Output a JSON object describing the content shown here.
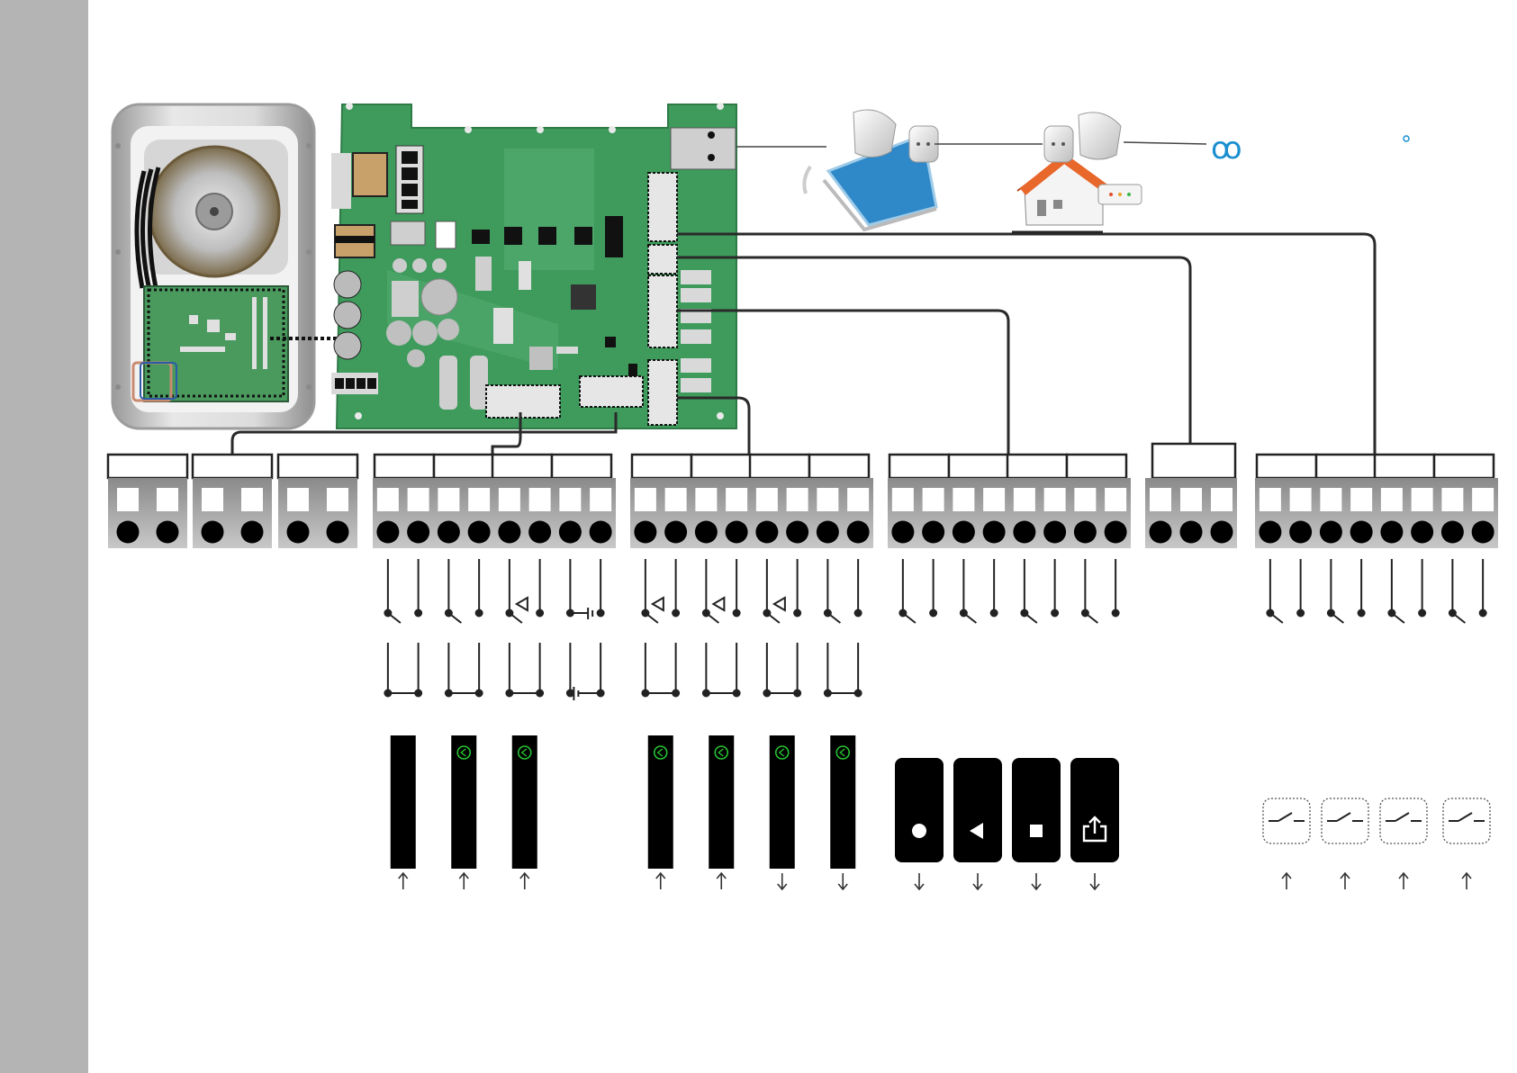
{
  "page": {
    "background": "#ffffff",
    "sidebar_color": "#b4b4b4"
  },
  "devices": {
    "enclosure": {
      "name": "enclosure-with-transformer"
    },
    "board": {
      "name": "controller-board",
      "color": "#3e9b5c"
    },
    "powerline_adapter_a": {
      "name": "powerline-adapter-laptop-icon"
    },
    "powerline_adapter_b": {
      "name": "powerline-adapter-house-icon"
    },
    "cloud_logo": {
      "name": "cloud-logo-icon",
      "glyph": "ꝏ",
      "color": "#1a8fd0"
    },
    "small_dot": {
      "name": "small-circle-icon"
    }
  },
  "terminal_blocks": {
    "blocks": [
      {
        "id": "tb1",
        "pins": 2
      },
      {
        "id": "tb2",
        "pins": 2
      },
      {
        "id": "tb3",
        "pins": 2
      },
      {
        "id": "tb4",
        "pins": 8
      },
      {
        "id": "tb5",
        "pins": 8
      },
      {
        "id": "tb6",
        "pins": 8
      },
      {
        "id": "tb7",
        "pins": 3
      },
      {
        "id": "tb8",
        "pins": 8
      }
    ]
  },
  "wiring": {
    "wire_color": "#2a2a2a",
    "contact_pairs_nc_no": [
      {
        "group": "tb4",
        "top": [
          "switch",
          "switch",
          "sensor-switch",
          "battery-switch"
        ],
        "bottom": [
          "contact",
          "contact",
          "contact",
          "battery-contact"
        ]
      },
      {
        "group": "tb5",
        "top": [
          "sensor-switch",
          "sensor-switch",
          "sensor-switch",
          "switch"
        ],
        "bottom": [
          "contact",
          "contact",
          "contact",
          "contact"
        ]
      },
      {
        "group": "tb6",
        "top": [
          "switch",
          "switch",
          "switch",
          "switch"
        ]
      },
      {
        "group": "tb8",
        "top": [
          "switch",
          "switch",
          "switch",
          "switch"
        ]
      }
    ]
  },
  "devices_bottom": {
    "photocell_posts": [
      {
        "group": "tb4",
        "has_led": false,
        "arrow": "up"
      },
      {
        "group": "tb4",
        "has_led": true,
        "arrow": "up"
      },
      {
        "group": "tb4",
        "has_led": true,
        "arrow": "up"
      },
      {
        "group": "tb5",
        "has_led": true,
        "arrow": "up"
      },
      {
        "group": "tb5",
        "has_led": true,
        "arrow": "up"
      },
      {
        "group": "tb5",
        "has_led": true,
        "arrow": "down"
      },
      {
        "group": "tb5",
        "has_led": true,
        "arrow": "down"
      }
    ],
    "led_color": "#27c232",
    "keypad_buttons": [
      {
        "icon": "open-circle-icon",
        "arrow": "down"
      },
      {
        "icon": "left-triangle-icon",
        "arrow": "down"
      },
      {
        "icon": "stop-square-icon",
        "arrow": "down"
      },
      {
        "icon": "share-up-icon",
        "arrow": "down"
      }
    ],
    "relay_outputs": [
      {
        "icon": "relay-switch-icon",
        "arrow": "up"
      },
      {
        "icon": "relay-switch-icon",
        "arrow": "up"
      },
      {
        "icon": "relay-switch-icon",
        "arrow": "up"
      },
      {
        "icon": "relay-switch-icon",
        "arrow": "up"
      }
    ]
  }
}
